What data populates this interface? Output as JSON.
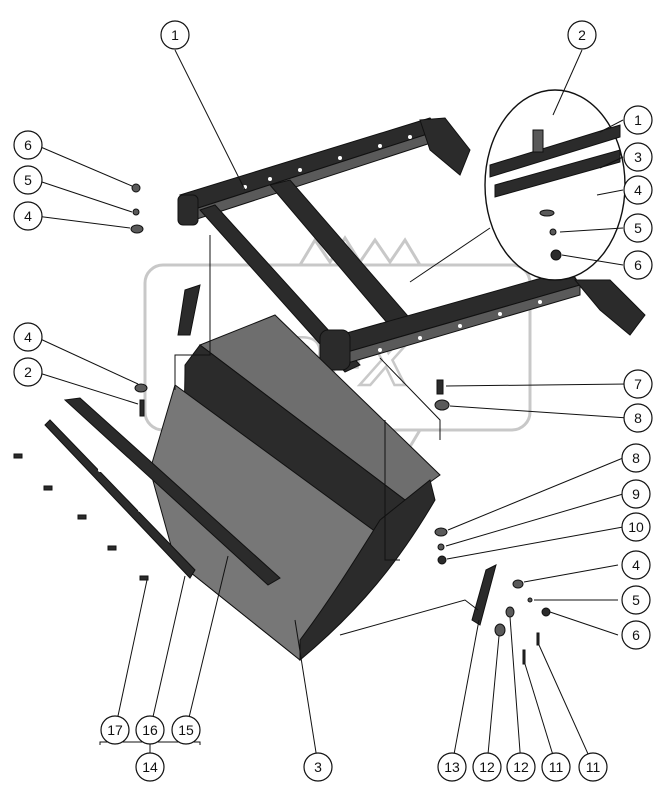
{
  "callouts": [
    {
      "id": "c-1-top",
      "label": "1"
    },
    {
      "id": "c-2-top",
      "label": "2"
    },
    {
      "id": "c-1-detail",
      "label": "1"
    },
    {
      "id": "c-3-detail",
      "label": "3"
    },
    {
      "id": "c-4-detail",
      "label": "4"
    },
    {
      "id": "c-5-detail",
      "label": "5"
    },
    {
      "id": "c-6-detail",
      "label": "6"
    },
    {
      "id": "c-6-left",
      "label": "6"
    },
    {
      "id": "c-5-left",
      "label": "5"
    },
    {
      "id": "c-4-left",
      "label": "4"
    },
    {
      "id": "c-4-mid",
      "label": "4"
    },
    {
      "id": "c-2-mid",
      "label": "2"
    },
    {
      "id": "c-7",
      "label": "7"
    },
    {
      "id": "c-8-a",
      "label": "8"
    },
    {
      "id": "c-8-b",
      "label": "8"
    },
    {
      "id": "c-9",
      "label": "9"
    },
    {
      "id": "c-10",
      "label": "10"
    },
    {
      "id": "c-4-right",
      "label": "4"
    },
    {
      "id": "c-5-right",
      "label": "5"
    },
    {
      "id": "c-6-right",
      "label": "6"
    },
    {
      "id": "c-17",
      "label": "17"
    },
    {
      "id": "c-16",
      "label": "16"
    },
    {
      "id": "c-15",
      "label": "15"
    },
    {
      "id": "c-14",
      "label": "14"
    },
    {
      "id": "c-3-bottom",
      "label": "3"
    },
    {
      "id": "c-13",
      "label": "13"
    },
    {
      "id": "c-12-a",
      "label": "12"
    },
    {
      "id": "c-12-b",
      "label": "12"
    },
    {
      "id": "c-11-a",
      "label": "11"
    },
    {
      "id": "c-11-b",
      "label": "11"
    }
  ],
  "watermark": {
    "logo_text": "ORFX"
  },
  "colors": {
    "part": "#2b2b2b",
    "line": "#111111",
    "watermark": "#c8c8c8"
  }
}
